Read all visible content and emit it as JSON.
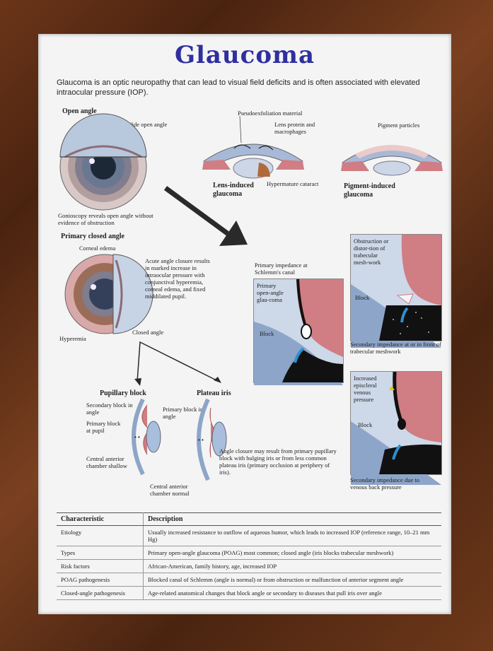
{
  "title": "Glaucoma",
  "intro": "Glaucoma is an optic neuropathy that can lead to visual field deficits and is often associated with elevated intraocular pressure (IOP).",
  "open_angle": {
    "heading": "Open angle",
    "wide_label": "Wide open angle",
    "caption": "Gonioscopy reveals open angle without evidence of obstruction"
  },
  "lens_induced": {
    "pseudo": "Pseudoexfoliation material",
    "protein": "Lens protein and macrophages",
    "cataract": "Hypermature cataract",
    "heading": "Lens-induced glaucoma"
  },
  "pigment_induced": {
    "particles": "Pigment particles",
    "heading": "Pigment-induced glaucoma"
  },
  "closed_angle": {
    "heading": "Primary closed angle",
    "corneal_edema": "Corneal edema",
    "description": "Acute angle closure results in marked increase in intraocular pressure with conjunctival hyperemia, corneal edema, and fixed middilated pupil.",
    "hyperemia": "Hyperemia",
    "closed_label": "Closed angle"
  },
  "pupillary_block": {
    "heading": "Pupillary block",
    "secondary": "Secondary block in angle",
    "primary": "Primary block at pupil",
    "central": "Central anterior chamber shallow"
  },
  "plateau_iris": {
    "heading": "Plateau iris",
    "primary": "Primary block in angle",
    "central": "Central anterior chamber normal",
    "note": "Angle closure may result from primary pupillary block with bulging iris or from less common plateau iris (primary occlusion at periphery of iris)."
  },
  "schlemm": {
    "caption": "Primary impedance at Schlemm's canal",
    "inner": "Primary open-angle glau-coma",
    "block": "Block"
  },
  "trabecular": {
    "inner": "Obstruction or distor-tion of trabecular mesh-work",
    "block": "Block",
    "caption": "Secondary impedance at or in front of trabecular meshwork"
  },
  "venous": {
    "inner": "Increased episcleral venous pressure",
    "block": "Block",
    "caption": "Secondary impedance due to venous back pressure"
  },
  "table": {
    "headers": [
      "Characteristic",
      "Description"
    ],
    "rows": [
      [
        "Etiology",
        "Usually increased resistance to outflow of aqueous humor, which leads to increased IOP (reference range, 10–21 mm Hg)"
      ],
      [
        "Types",
        "Primary open-angle glaucoma (POAG) most common; closed angle (iris blocks trabecular meshwork)"
      ],
      [
        "Risk factors",
        "African-American, family history, age, increased IOP"
      ],
      [
        "POAG pathogenesis",
        "Blocked canal of Schlemm (angle is normal) or from obstruction or malfunction of anterior segment angle"
      ],
      [
        "Closed-angle pathogenesis",
        "Age-related anatomical changes that block angle or secondary to diseases that pull iris over angle"
      ]
    ]
  }
}
